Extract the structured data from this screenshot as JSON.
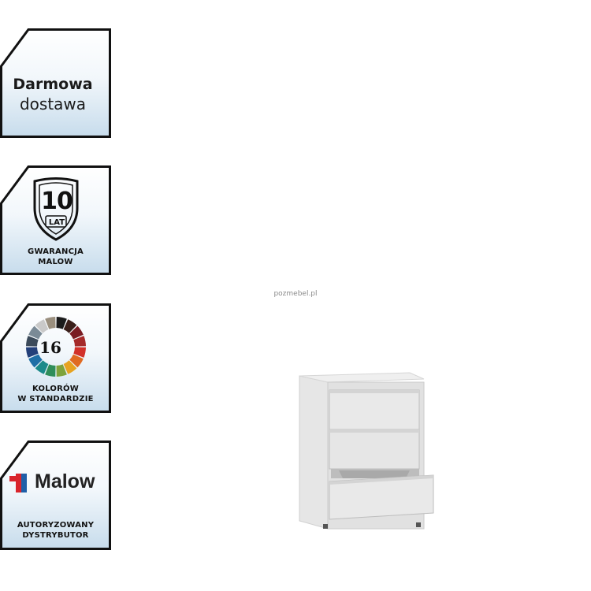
{
  "badges": {
    "free_delivery": {
      "line1": "Darmowa",
      "line2": "dostawa",
      "icon": "delivery-text-icon"
    },
    "warranty": {
      "number": "10",
      "unit": "LAT",
      "line1": "GWARANCJA",
      "line2": "MALOW",
      "icon": "shield-icon"
    },
    "colors": {
      "number": "16",
      "line1": "KOLORÓW",
      "line2": "W STANDARDZIE",
      "icon": "color-wheel-icon"
    },
    "distributor": {
      "brand": "Malow",
      "line1": "AUTORYZOWANY",
      "line2": "DYSTRYBUTOR",
      "icon": "malow-logo-icon"
    }
  },
  "watermark": "pozmebel.pl",
  "product": {
    "name_icon": "filing-cabinet-icon",
    "color": "#dcdcdc",
    "drawers": 3
  },
  "colors": {
    "badge_border": "#111111",
    "badge_gradient_top": "#ffffff",
    "badge_gradient_bottom": "#cfe0ee",
    "malow_red": "#d9252c",
    "malow_blue": "#1f5fa8"
  }
}
